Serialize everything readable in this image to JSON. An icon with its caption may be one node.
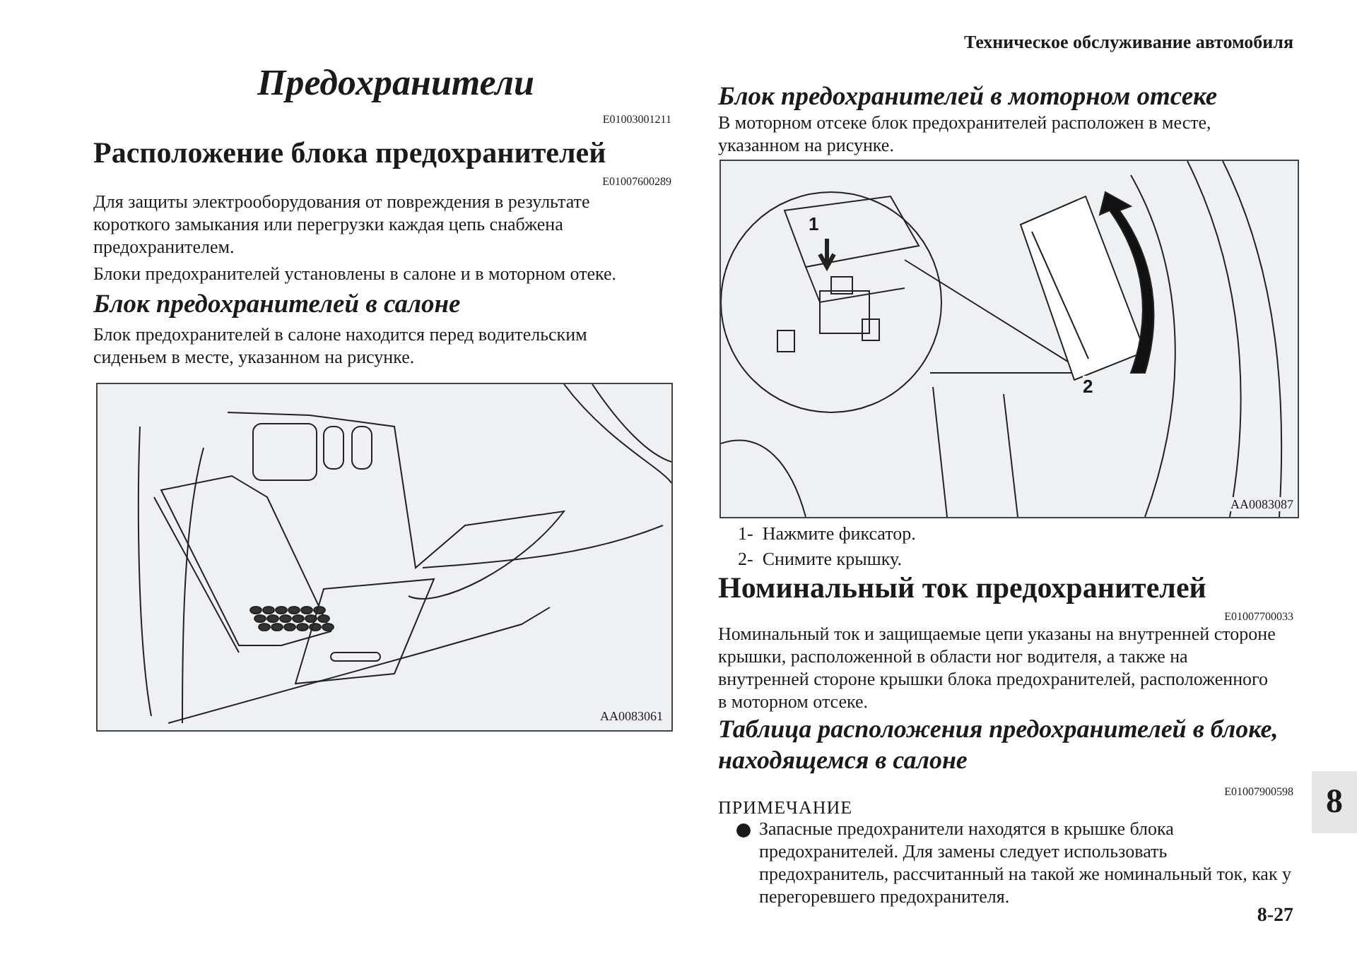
{
  "diagram": {
    "title": "Предохранители",
    "labels": [
      "Техническое обслуживание автомобиля",
      "E01003001211",
      "Расположение блока предохранителей",
      "E01007600289",
      "Для защиты электрооборудования от повреждения в результате короткого замыкания или перегрузки каждая цепь снабжена предохранителем.",
      "Блоки предохранителей установлены в салоне и в моторном отеке.",
      "Блок предохранителей в салоне",
      "Блок предохранителей в салоне находится перед водительским сиденьем в месте, указанном на рисунке.",
      "AA0083061",
      "Блок предохранителей в моторном отсеке",
      "В моторном отсеке блок предохранителей расположен в месте, указанном на рисунке.",
      "1",
      "2",
      "AA0083087",
      "1-  Нажмите фиксатор.",
      "2-  Снимите крышку.",
      "Номинальный ток предохранителей",
      "E01007700033",
      "Номинальный ток и защищаемые цепи указаны на внутренней стороне крышки, расположенной в области ног водителя, а также на внутренней стороне крышки блока предохранителей, расположенного в моторном отсеке.",
      "Таблица расположения предохранителей в блоке, находящемся в салоне",
      "E01007900598",
      "ПРИМЕЧАНИЕ",
      "Запасные предохранители находятся в крышке блока предохранителей. Для замены следует использовать предохранитель, рассчитанный на такой же номинальный ток, как у перегоревшего предохранителя.",
      "8",
      "8-27"
    ]
  }
}
